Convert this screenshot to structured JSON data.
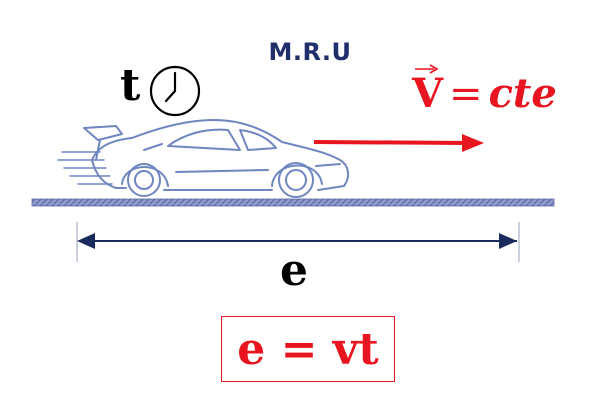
{
  "title": "M.R.U",
  "time_label": "t",
  "velocity": {
    "symbol": "V",
    "equals": "=",
    "value": "cte"
  },
  "distance_label": "e",
  "formula": "e = vt",
  "colors": {
    "title": "#1f2f6b",
    "accent": "#e8141f",
    "road": "#7f8fc4",
    "car_outline": "#6f86c0",
    "dimension_line": "#1a2a5c"
  },
  "icons": [
    "clock-icon",
    "car-icon",
    "velocity-arrow-icon"
  ]
}
